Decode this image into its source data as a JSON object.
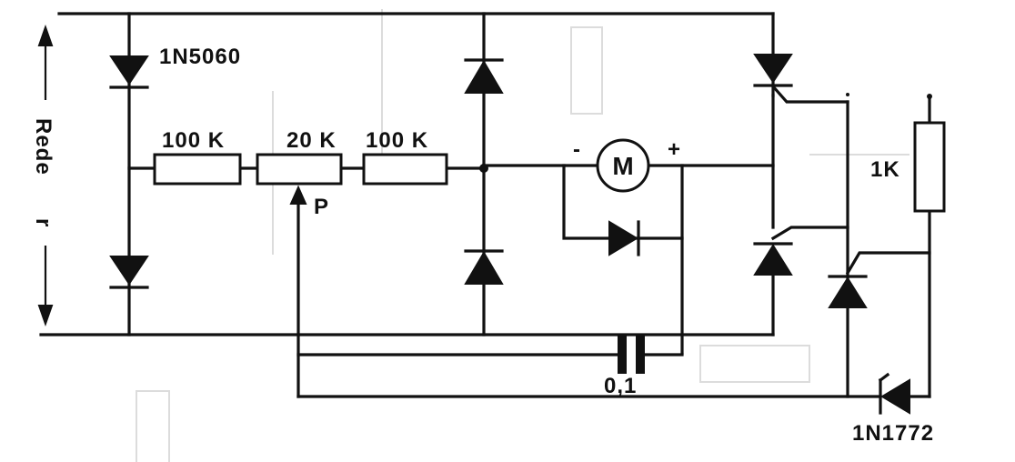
{
  "labels": {
    "diode_top_left": "1N5060",
    "resistor_1": "100 K",
    "resistor_pot": "20 K",
    "resistor_2": "100 K",
    "resistor_right": "1K",
    "wiper": "P",
    "capacitor": "0,1",
    "diac": "1N1772",
    "motor": "M",
    "motor_minus": "-",
    "motor_plus": "+",
    "supply_rede": "Rede",
    "supply_r": "r"
  }
}
